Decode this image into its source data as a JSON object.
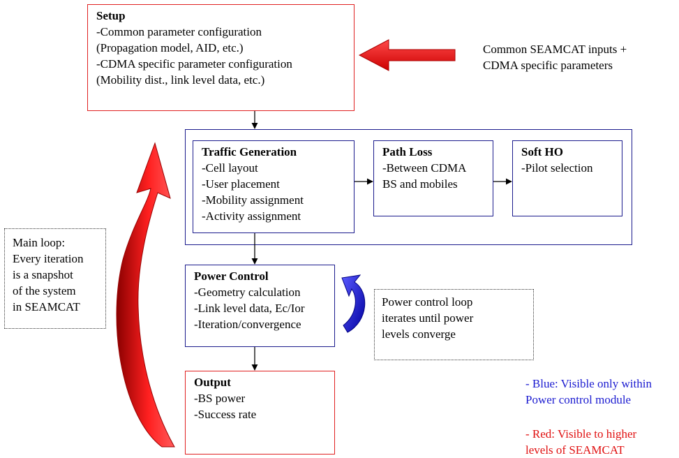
{
  "setup": {
    "title": "Setup",
    "lines": [
      "-Common parameter configuration",
      "(Propagation model, AID, etc.)",
      "-CDMA specific parameter configuration",
      "(Mobility dist., link level data, etc.)"
    ]
  },
  "inputs_note": {
    "lines": [
      "Common SEAMCAT inputs +",
      "CDMA specific parameters"
    ]
  },
  "traffic": {
    "title": "Traffic Generation",
    "lines": [
      "-Cell layout",
      "-User placement",
      "-Mobility assignment",
      "-Activity assignment"
    ]
  },
  "pathloss": {
    "title": "Path Loss",
    "lines": [
      "-Between CDMA",
      "BS and mobiles"
    ]
  },
  "softho": {
    "title": "Soft HO",
    "lines": [
      "-Pilot selection"
    ]
  },
  "power": {
    "title": "Power Control",
    "lines": [
      "-Geometry calculation",
      "-Link level data, Ec/Ior",
      "-Iteration/convergence"
    ]
  },
  "output": {
    "title": "Output",
    "lines": [
      "-BS power",
      "-Success rate"
    ]
  },
  "mainloop": {
    "lines": [
      "Main loop:",
      "Every iteration",
      "is a snapshot",
      "of the system",
      "in SEAMCAT"
    ]
  },
  "pc_note": {
    "lines": [
      "Power control loop",
      "iterates until power",
      "levels converge"
    ]
  },
  "legend": {
    "blue_lines": [
      "- Blue: Visible only within",
      "Power control module"
    ],
    "red_lines": [
      "- Red: Visible to higher",
      "levels of SEAMCAT"
    ]
  },
  "colors": {
    "red": "#e02020",
    "blue": "#1a1a8c",
    "legend_blue": "#1a1ad0",
    "legend_red": "#e01010"
  }
}
